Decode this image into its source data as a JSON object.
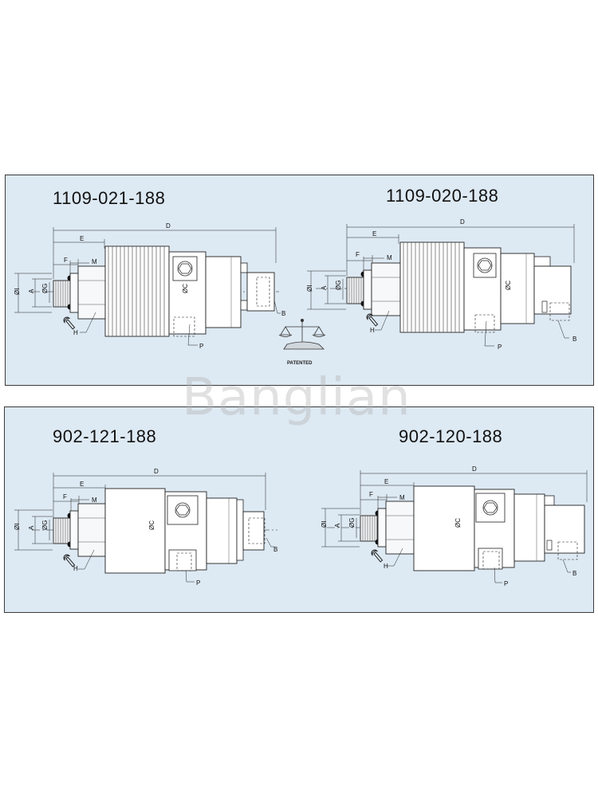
{
  "watermark": "Banglian",
  "patent": {
    "label": "PATENTED"
  },
  "units": [
    {
      "title": "1109-021-188",
      "labels": {
        "D": "D",
        "E": "E",
        "F": "F",
        "M": "M",
        "I": "ØI",
        "A": "A",
        "G": "ØG",
        "C": "ØC",
        "H": "H",
        "B": "B",
        "P": "P"
      }
    },
    {
      "title": "1109-020-188",
      "labels": {
        "D": "D",
        "E": "E",
        "F": "F",
        "M": "M",
        "I": "ØI",
        "A": "A",
        "G": "ØG",
        "C": "ØC",
        "H": "H",
        "B": "B",
        "P": "P"
      }
    },
    {
      "title": "902-121-188",
      "labels": {
        "D": "D",
        "E": "E",
        "F": "F",
        "M": "M",
        "I": "ØI",
        "A": "A",
        "G": "ØG",
        "C": "ØC",
        "H": "H",
        "B": "B",
        "P": "P"
      }
    },
    {
      "title": "902-120-188",
      "labels": {
        "D": "D",
        "E": "E",
        "F": "F",
        "M": "M",
        "I": "ØI",
        "A": "A",
        "G": "ØG",
        "C": "ØC",
        "H": "H",
        "B": "B",
        "P": "P"
      }
    }
  ]
}
